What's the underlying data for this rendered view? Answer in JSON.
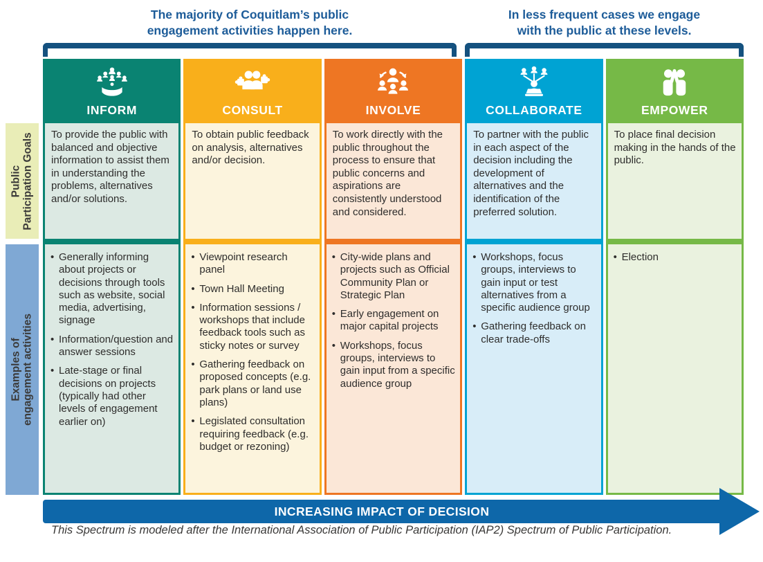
{
  "annotations": {
    "left": "The majority of Coquitlam’s public engagement activities happen here.",
    "right": "In less frequent cases we engage with the public at these levels."
  },
  "row_labels": {
    "goals_line1": "Public",
    "goals_line2": "Participation Goals",
    "examples_line1": "Examples of",
    "examples_line2": "engagement activities"
  },
  "columns": [
    {
      "key": "inform",
      "label": "INFORM",
      "icon": "hand-presenting-people-icon",
      "color": "#0A8372",
      "tint": "#DCE9E3",
      "goal": "To provide the public with balanced and objective information to assist them in understanding the problems, alternatives and/or solutions.",
      "examples": [
        "Generally informing about projects or decisions through tools such as website, social media, advertising, signage",
        "Information/question and answer sessions",
        "Late-stage or final decisions on projects (typically had other levels of engagement earlier on)"
      ]
    },
    {
      "key": "consult",
      "label": "CONSULT",
      "icon": "people-with-puzzle-pieces-icon",
      "color": "#F9AF1B",
      "tint": "#FCF4DD",
      "goal": "To obtain public feedback on analysis, alternatives and/or decision.",
      "examples": [
        "Viewpoint research panel",
        "Town Hall Meeting",
        "Information sessions / workshops that include feedback tools such as sticky notes or survey",
        "Gathering feedback on proposed concepts (e.g. park plans or land use plans)",
        "Legislated consultation requiring feedback (e.g. budget or rezoning)"
      ]
    },
    {
      "key": "involve",
      "label": "INVOLVE",
      "icon": "people-circle-arrows-icon",
      "color": "#EE7623",
      "tint": "#FBE7D7",
      "goal": "To work directly with the public throughout the process to ensure that public concerns and aspirations are consistently understood and considered.",
      "examples": [
        "City-wide plans and projects such as Official Community Plan or Strategic Plan",
        "Early engagement on major capital projects",
        "Workshops, focus groups, interviews to gain input from a specific audience group"
      ]
    },
    {
      "key": "collaborate",
      "label": "COLLABORATE",
      "icon": "person-laptop-network-icon",
      "color": "#00A3D3",
      "tint": "#D8EDF8",
      "goal": "To partner with the public in each aspect of the decision including the development of alternatives and the identification of the preferred solution.",
      "examples": [
        "Workshops, focus groups, interviews to gain input or test alternatives from a specific audience group",
        "Gathering feedback on clear trade-offs"
      ]
    },
    {
      "key": "empower",
      "label": "EMPOWER",
      "icon": "high-five-icon",
      "color": "#76B947",
      "tint": "#EAF2DF",
      "goal": "To place final decision making in the hands of the public.",
      "examples": [
        "Election"
      ]
    }
  ],
  "footer": {
    "arrow_label": "INCREASING IMPACT OF DECISION",
    "caption": "This Spectrum is modeled after the International Association of Public Participation (IAP2) Spectrum of Public Participation."
  },
  "colors": {
    "heading_blue": "#1D5C99",
    "bracket_blue": "#14517F",
    "arrow_blue": "#0E67A9",
    "goals_label_bg": "#E9EDB7",
    "examples_label_bg": "#7FA8D4",
    "label_text": "#3B3A39",
    "body_text": "#2E2D2C"
  }
}
